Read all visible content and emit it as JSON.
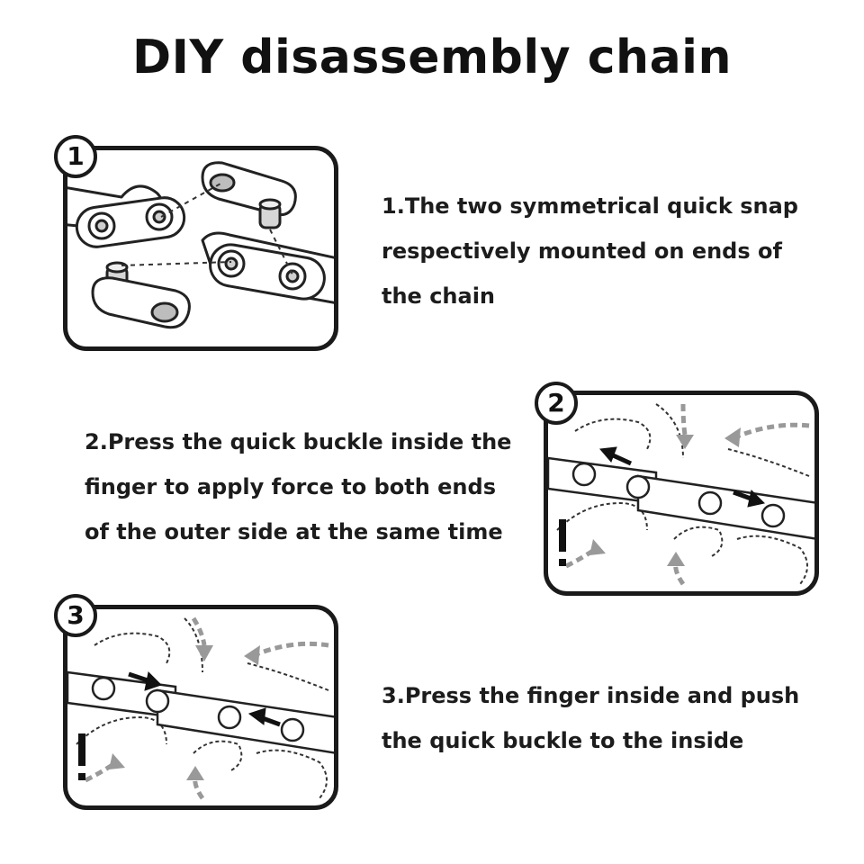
{
  "title": "DIY disassembly chain",
  "steps": [
    {
      "number": "1",
      "lines": [
        "1.The two symmetrical quick snap",
        "respectively mounted on ends of",
        "the chain"
      ]
    },
    {
      "number": "2",
      "lines": [
        "2.Press the quick buckle inside the",
        "finger to apply force to both ends",
        "of the outer side at the same time"
      ]
    },
    {
      "number": "3",
      "lines": [
        "3.Press the finger inside and push",
        "the quick buckle to the inside"
      ]
    }
  ]
}
